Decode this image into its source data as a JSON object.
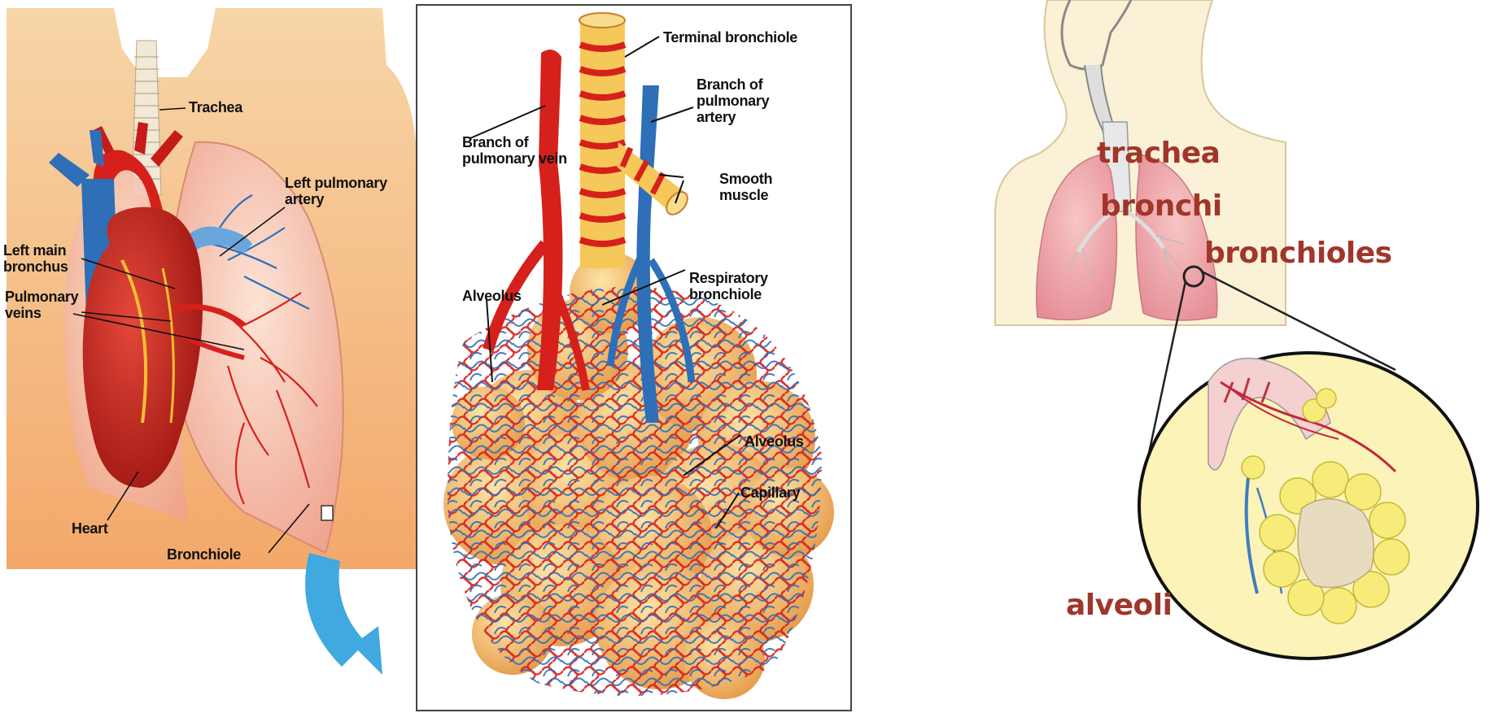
{
  "colors": {
    "skin": "#f6b26b",
    "lung_pink": "#f2b8a8",
    "artery_red": "#d6201c",
    "vein_blue": "#2e6fb8",
    "airway_yellow": "#f6c85a",
    "pale_yellow": "#fbf3b8",
    "arrow_blue": "#3fa9e0",
    "simple_label": "#a0362a"
  },
  "panel_chest": {
    "labels": {
      "trachea": "Trachea",
      "left_pulmonary_artery": "Left pulmonary\nartery",
      "left_main_bronchus": "Left main\nbronchus",
      "pulmonary_veins": "Pulmonary\nveins",
      "heart": "Heart",
      "bronchiole": "Bronchiole"
    }
  },
  "panel_alveolus": {
    "labels": {
      "terminal_bronchiole": "Terminal bronchiole",
      "branch_pulmonary_artery": "Branch of\npulmonary\nartery",
      "branch_pulmonary_vein": "Branch of\npulmonary vein",
      "smooth_muscle": "Smooth\nmuscle",
      "respiratory_bronchiole": "Respiratory\nbronchiole",
      "alveolus_left": "Alveolus",
      "alveolus_right": "Alveolus",
      "capillary": "Capillary"
    }
  },
  "panel_simple": {
    "labels": {
      "trachea": "trachea",
      "bronchi": "bronchi",
      "bronchioles": "bronchioles",
      "alveoli": "alveoli"
    }
  }
}
